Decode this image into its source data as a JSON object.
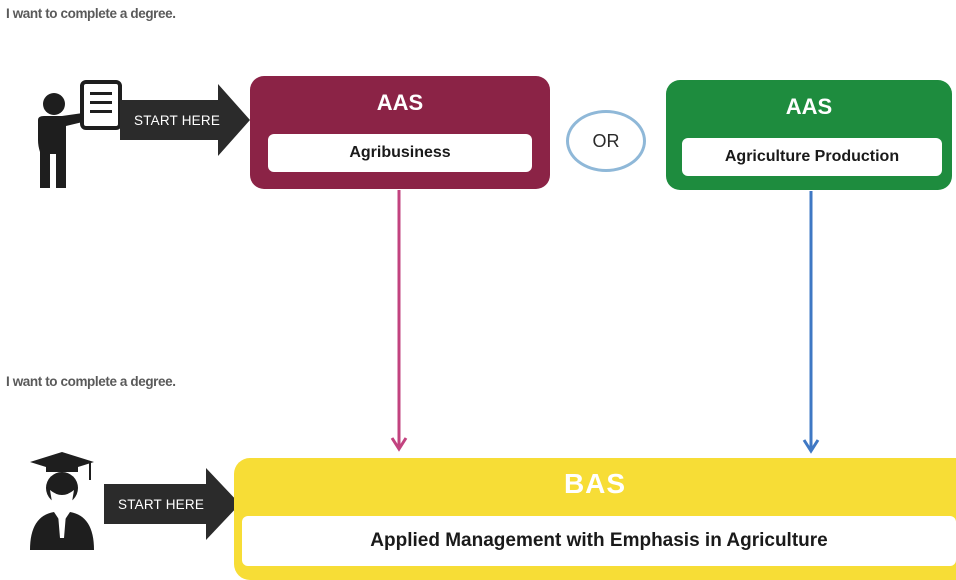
{
  "top_row": {
    "intro_text": "I want to complete a degree.",
    "start_label": "START HERE",
    "option_a": {
      "title": "AAS",
      "program": "Agribusiness",
      "color": "#8b2346"
    },
    "or_label": "OR",
    "option_b": {
      "title": "AAS",
      "program": "Agriculture Production",
      "color": "#1e8c3e"
    }
  },
  "bottom_row": {
    "intro_text": "I want to complete a degree.",
    "start_label": "START HERE",
    "target": {
      "title": "BAS",
      "program": "Applied Management with Emphasis in Agriculture",
      "color": "#f7dd36"
    }
  },
  "colors": {
    "arrow_body": "#2b2b2b",
    "connector_a": "#c2437f",
    "connector_b": "#3f78c4",
    "or_circle": "#8fb8d8",
    "icon": "#1e1e1e"
  },
  "icons": {
    "presenter": "person-with-document-icon",
    "graduate": "graduate-icon"
  }
}
